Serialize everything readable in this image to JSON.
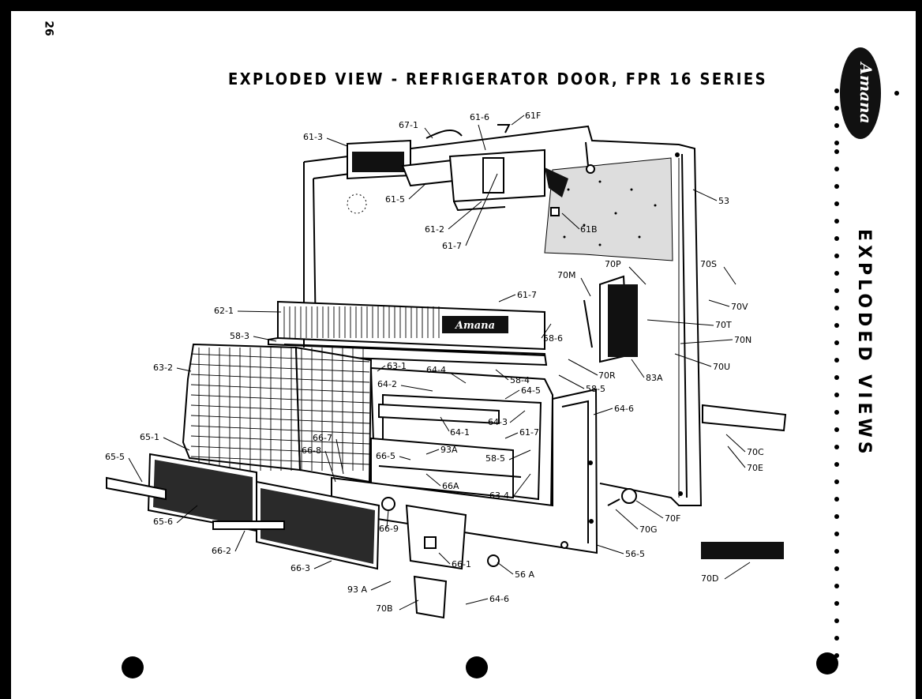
{
  "header": {
    "title": "EXPLODED VIEW - REFRIGERATOR DOOR, FPR 16 SERIES",
    "page_number": "26",
    "section_title": "EXPLODED VIEWS",
    "logo_text": "Amana"
  },
  "callouts": {
    "c61_3": "61-3",
    "c67_1": "67-1",
    "c61_6": "61-6",
    "c61F": "61F",
    "c61_5": "61-5",
    "c61_2": "61-2",
    "c61_7a": "61-7",
    "c61B": "61B",
    "c53": "53",
    "c70P": "70P",
    "c70S": "70S",
    "c70M": "70M",
    "c70V": "70V",
    "c70T": "70T",
    "c70N": "70N",
    "c70U": "70U",
    "c62_1": "62-1",
    "c61_7b": "61-7",
    "c58_3": "58-3",
    "c58_6": "58-6",
    "c70R": "70R",
    "c83A": "83A",
    "c58_5a": "58-5",
    "c63_2": "63-2",
    "c63_1": "63-1",
    "c64_4": "64-4",
    "c58_4": "58-4",
    "c64_2": "64-2",
    "c64_5": "64-5",
    "c64_6a": "64-6",
    "c64_3": "64-3",
    "c64_1": "64-1",
    "c61_7c": "61-7",
    "c65_1": "65-1",
    "c66_7": "66-7",
    "c66_8": "66-8",
    "c93A_a": "93A",
    "c65_5": "65-5",
    "c66_5": "66-5",
    "c58_5b": "58-5",
    "c66A": "66A",
    "c63_4": "63-4",
    "c70C": "70C",
    "c70E": "70E",
    "c65_6": "65-6",
    "c66_9": "66-9",
    "c70F": "70F",
    "c70G": "70G",
    "c66_2": "66-2",
    "c56_5": "56-5",
    "c66_3": "66-3",
    "c66_1": "66-1",
    "c56A": "56 A",
    "c70D": "70D",
    "c93A_b": "93 A",
    "c64_6b": "64-6",
    "c70B": "70B"
  }
}
